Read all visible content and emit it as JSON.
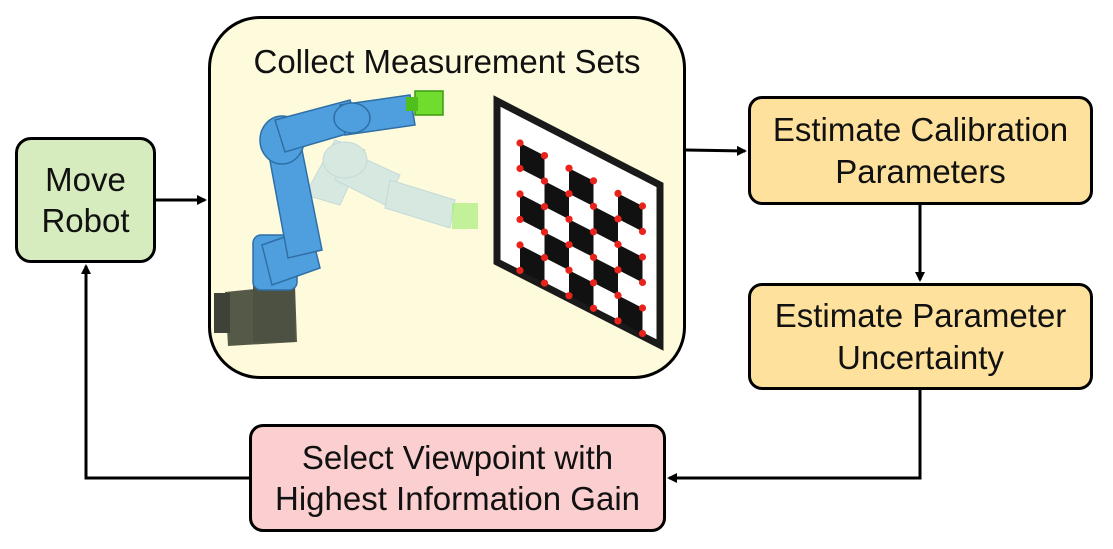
{
  "nodes": {
    "move_robot": {
      "line1": "Move",
      "line2": "Robot"
    },
    "collect": {
      "title": "Collect Measurement Sets"
    },
    "estimate_calibration": {
      "line1": "Estimate Calibration",
      "line2": "Parameters"
    },
    "estimate_uncertainty": {
      "line1": "Estimate Parameter",
      "line2": "Uncertainty"
    },
    "select_viewpoint": {
      "line1": "Select Viewpoint with",
      "line2": "Highest Information Gain"
    }
  },
  "colors": {
    "move_robot": "#d6ecbf",
    "collect": "#fdfbdc",
    "estimate": "#fde19c",
    "select": "#fbcfcf",
    "robot_arm": "#4f9fdf",
    "gripper": "#6fdc2e",
    "checker_point": "#e8231c"
  },
  "icons": [
    "robot-arm-icon",
    "calibration-checkerboard-icon"
  ]
}
